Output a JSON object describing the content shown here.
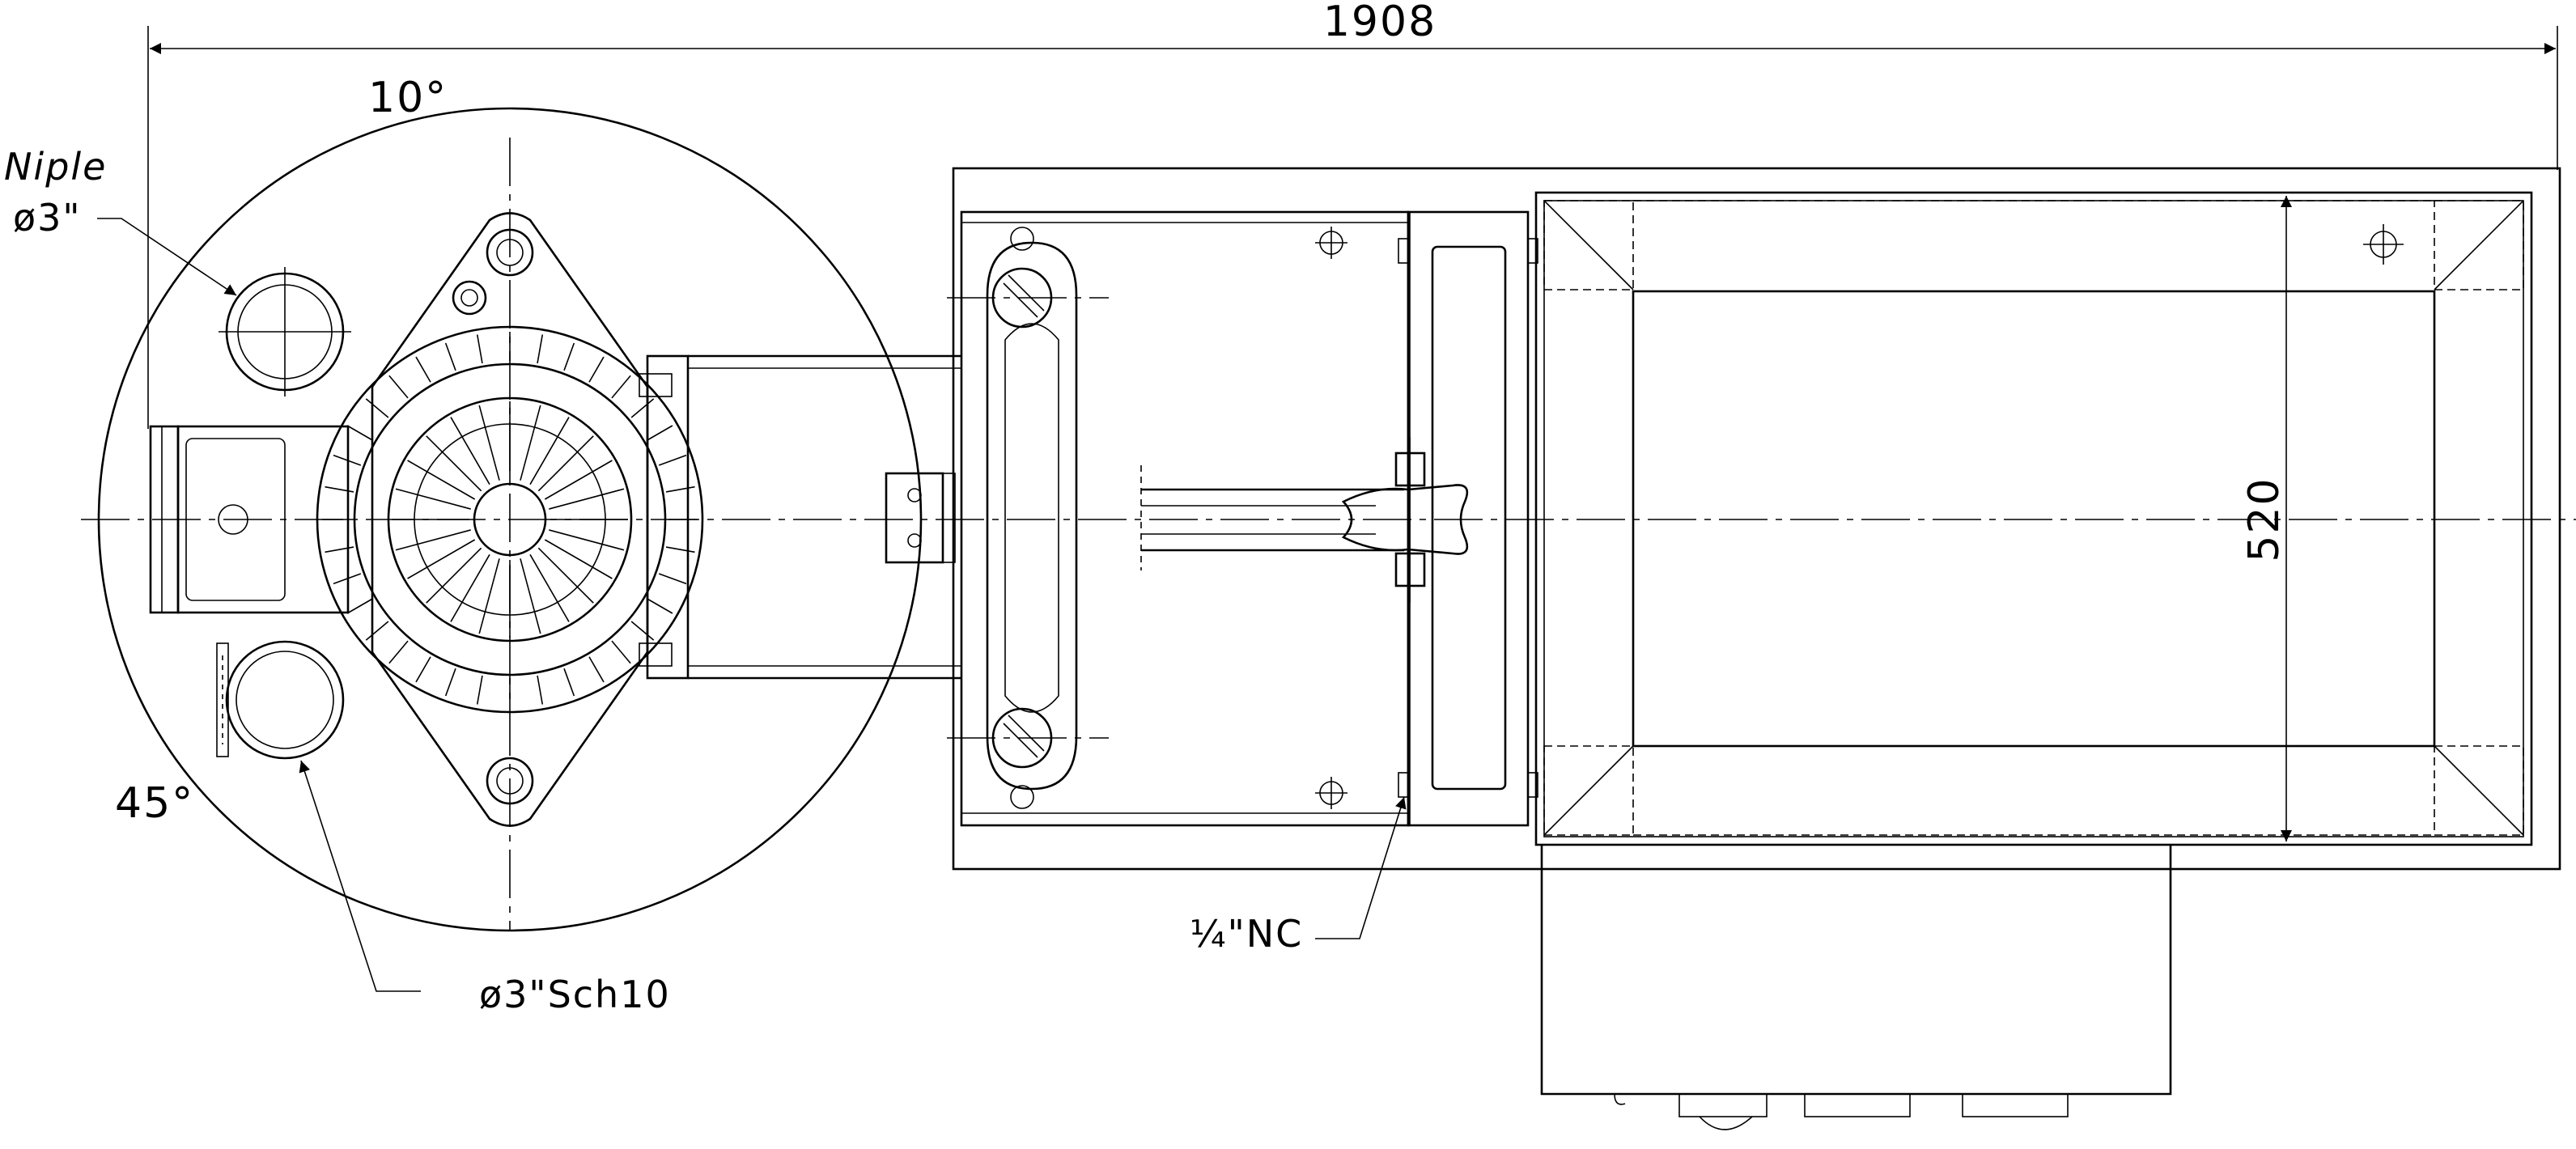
{
  "drawing": {
    "dim_overall_width": "1908",
    "dim_height": "520",
    "angle_top": "10°",
    "angle_left": "45°",
    "callout_nipple_line1": "Niple",
    "callout_nipple_line2": "ø3\"",
    "callout_pipe": "ø3\"Sch10",
    "callout_bolt": "¼\"NC"
  }
}
